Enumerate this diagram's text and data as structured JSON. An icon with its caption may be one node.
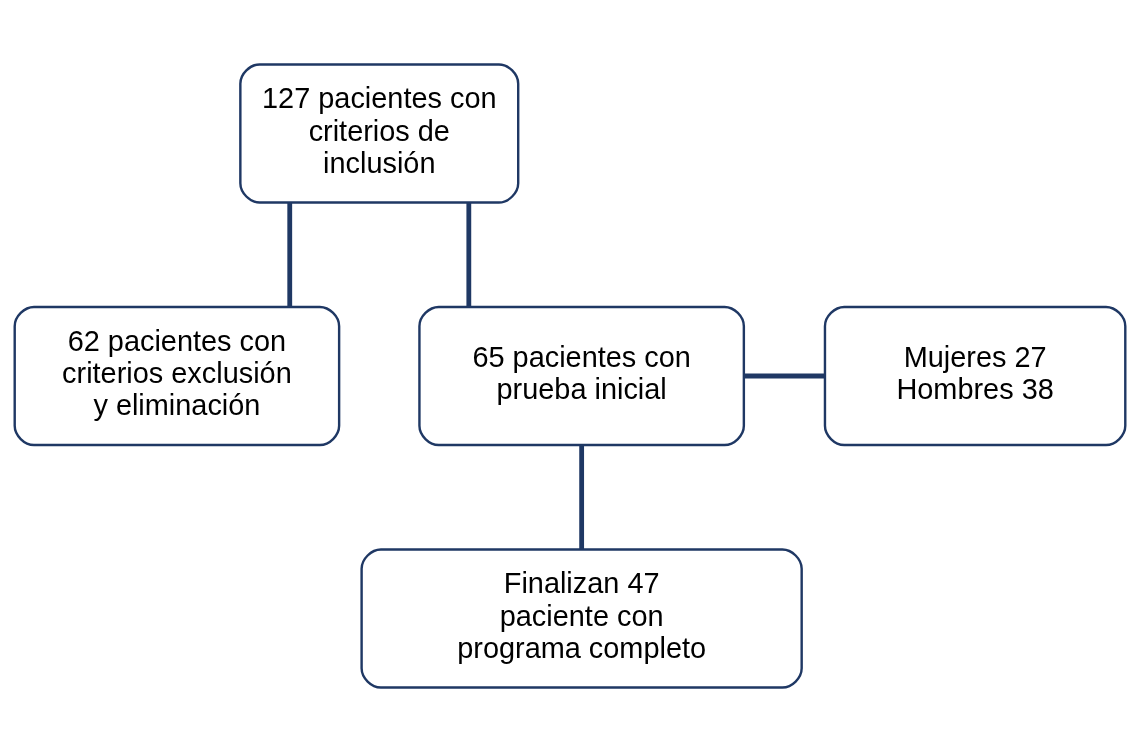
{
  "diagram": {
    "nodes": [
      {
        "text": [
          "127 pacientes con criterios de inclusión"
        ]
      },
      {
        "text": [
          "62 pacientes con criterios exclusión y eliminación"
        ]
      },
      {
        "text": [
          "65 pacientes con prueba inicial"
        ]
      },
      {
        "text": [
          "Mujeres 27",
          "Hombres 38"
        ]
      },
      {
        "text": [
          "Finalizan 47 paciente con programa completo"
        ]
      }
    ],
    "edges": [
      {
        "from": 0,
        "to": 2,
        "arrow": "none"
      },
      {
        "from": 0,
        "to": 1,
        "arrow": "none"
      },
      {
        "from": 2,
        "to": 3,
        "arrow": "none"
      },
      {
        "from": 2,
        "to": 4,
        "arrow": "none"
      }
    ]
  }
}
